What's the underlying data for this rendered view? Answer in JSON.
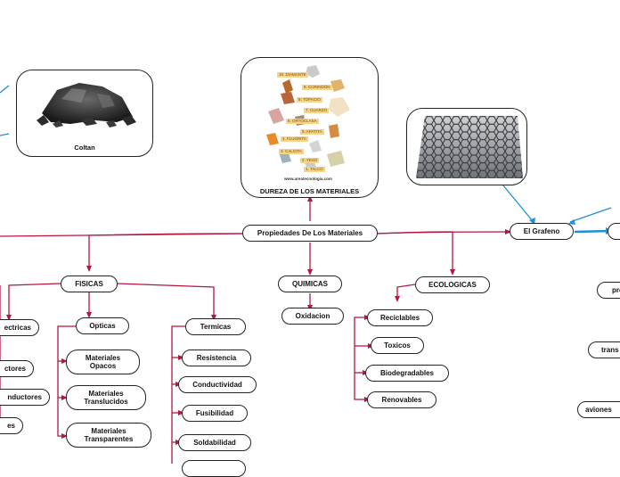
{
  "central": {
    "label": "Propiedades De Los Materiales"
  },
  "branches": {
    "fisicas": {
      "label": "FISICAS"
    },
    "quimicas": {
      "label": "QUIMICAS"
    },
    "ecologicas": {
      "label": "ECOLOGICAS"
    },
    "grafeno": {
      "label": "El Grafeno"
    }
  },
  "fisicas_children": {
    "electricas": "ectricas",
    "conductores": "ctores",
    "semiconductores": "nductores",
    "aislantes": "es",
    "opticas": "Opticas",
    "opacos": "Materiales\nOpacos",
    "translucidos": "Materiales\nTranslucidos",
    "transparentes": "Materiales\nTransparentes",
    "termicas": "Termicas",
    "resistencia": "Resistencia",
    "conductividad": "Conductividad",
    "fusibilidad": "Fusibilidad",
    "soldabilidad": "Soldabilidad"
  },
  "quimicas_children": {
    "oxidacion": "Oxidacion"
  },
  "ecologicas_children": {
    "reciclables": "Reciclables",
    "toxicos": "Toxicos",
    "biodegradables": "Biodegradables",
    "renovables": "Renovables"
  },
  "right_partial": {
    "item1": "pro",
    "item2": "trans",
    "item3": "aviones"
  },
  "images": {
    "coltan_caption": "Coltan",
    "dureza_caption": "DUREZA DE LOS MATERIALES",
    "dureza_url": "www.areatecnologia.com",
    "mohs": [
      "10. DIAMANTE",
      "9. CORINDÓN",
      "8. TOPACIO",
      "7. CUARZO",
      "6. ORTOCLASA",
      "5. APATITA",
      "4. FLUORITA",
      "3. CALCITA",
      "2. YESO",
      "1. TALCO"
    ]
  },
  "colors": {
    "link_red": "#b5163f",
    "link_blue": "#1f8fd6",
    "border": "#222222"
  }
}
